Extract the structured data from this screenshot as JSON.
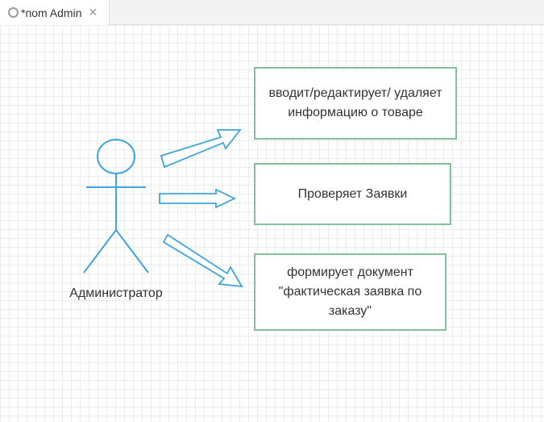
{
  "tab": {
    "title": "*nom Admin",
    "close_glyph": "✕",
    "status_icon": "circle-outline-icon"
  },
  "diagram": {
    "actor": {
      "label": "Администратор"
    },
    "use_cases": [
      {
        "text": "вводит/редактирует/ удаляет информацию о товаре"
      },
      {
        "text": "Проверяет Заявки"
      },
      {
        "text": "формирует документ \"фактическая заявка по заказу\""
      }
    ]
  },
  "colors": {
    "actor_stroke": "#3fa4db",
    "use_case_border": "#82c29a",
    "grid": "#ececec",
    "text": "#333333"
  }
}
